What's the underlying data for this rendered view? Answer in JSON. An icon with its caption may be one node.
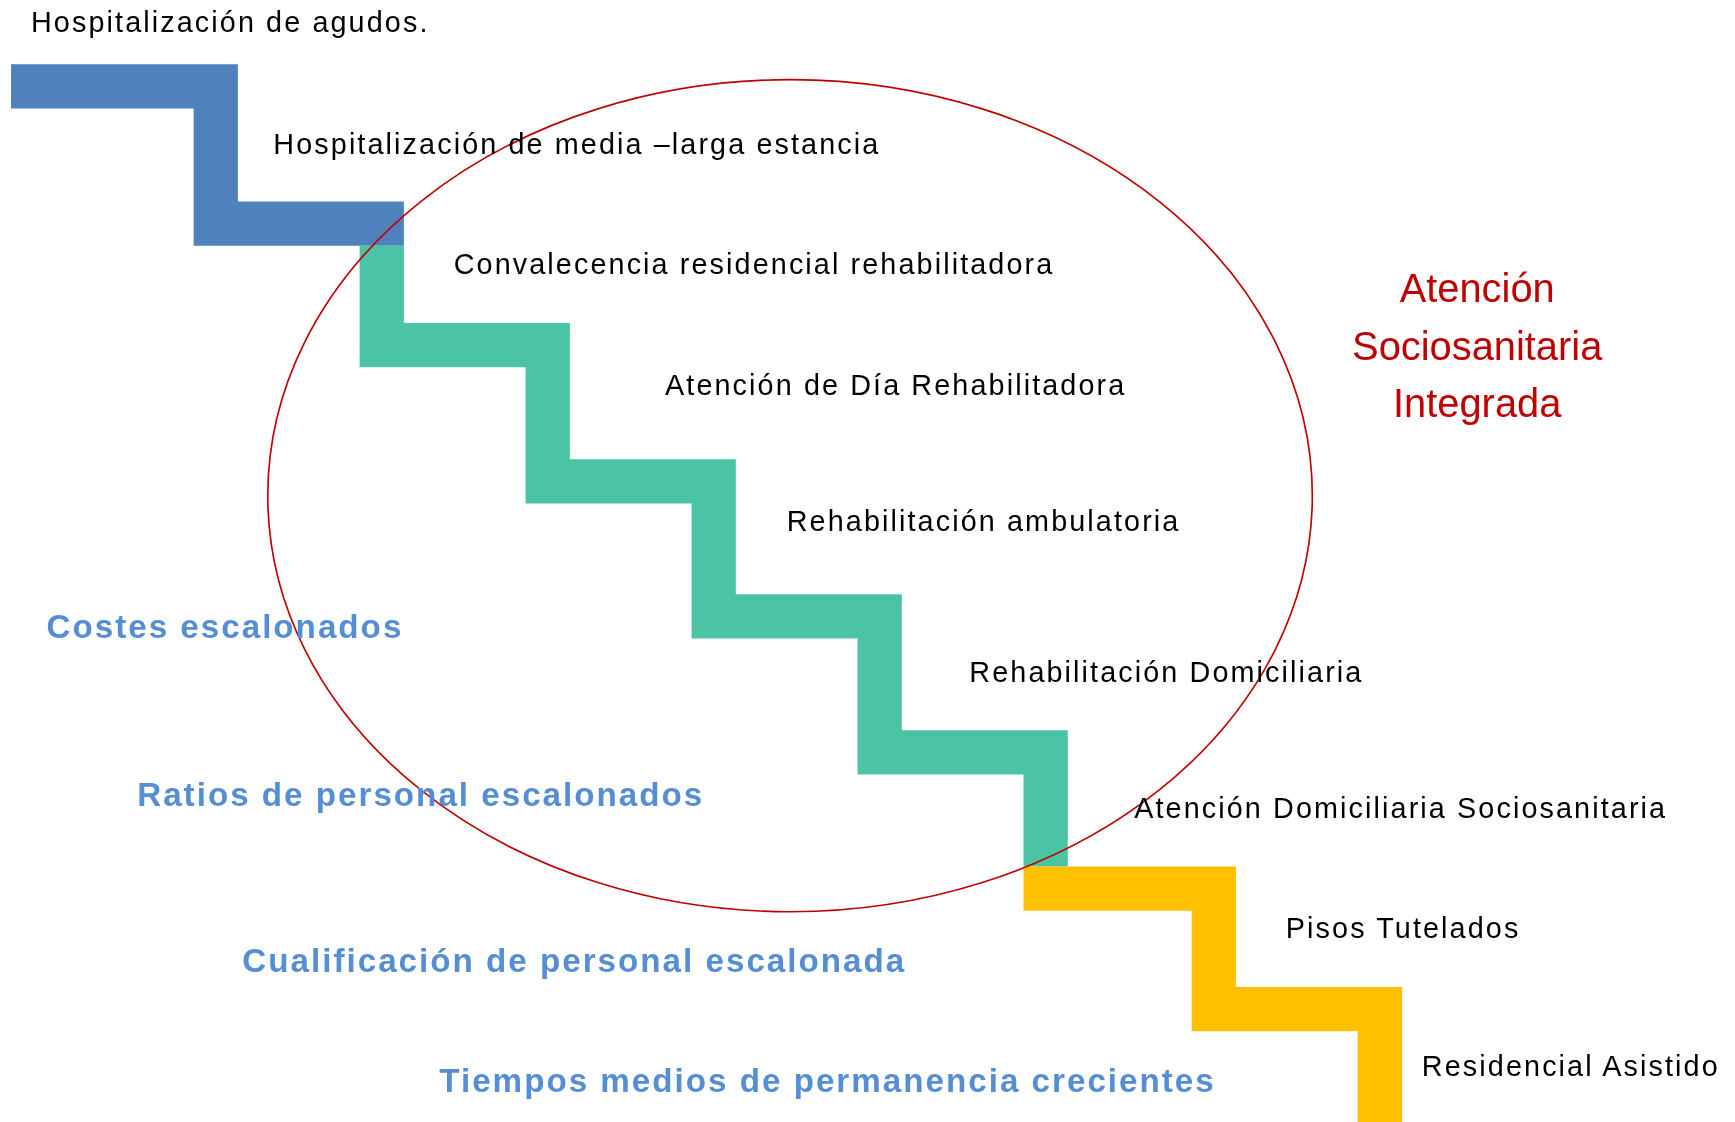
{
  "diagram": {
    "nodes": [
      {
        "text": [
          "Atención Sociosanitaria Integrada"
        ]
      }
    ],
    "labels": [
      "Hospitalización de agudos.",
      "Hospitalización de media –larga estancia",
      "Convalecencia residencial rehabilitadora",
      "Atención de Día Rehabilitadora",
      "Rehabilitación ambulatoria",
      "Rehabilitación Domiciliaria",
      "Atención Domiciliaria Sociosanitaria",
      "Pisos Tutelados",
      "Residencial Asistido",
      "Costes escalonados",
      "Ratios de personal escalonados",
      "Cualificación de personal escalonada",
      "Tiempos medios de permanencia crecientes"
    ]
  }
}
